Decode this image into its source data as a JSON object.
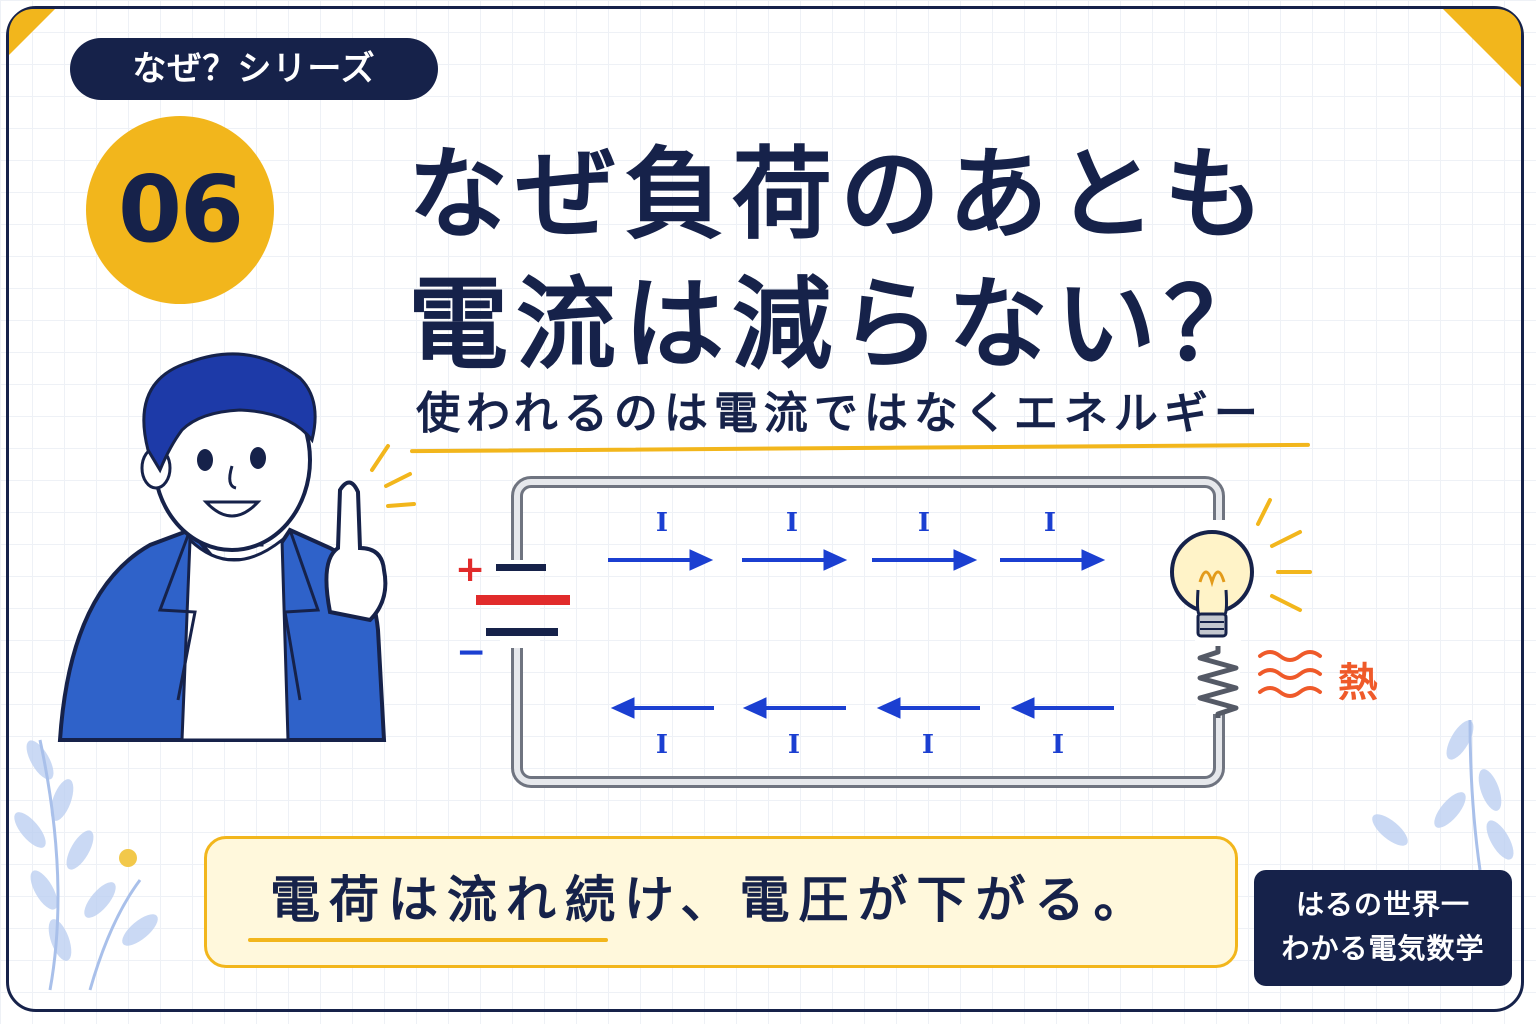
{
  "series_tag": "なぜ？シリーズ",
  "episode_number": "06",
  "title": {
    "line1": "なぜ負荷のあとも",
    "line2": "電流は減らない？"
  },
  "subtitle": "使われるのは電流ではなくエネルギー",
  "circuit": {
    "current_symbol": "I",
    "plus_sign": "+",
    "minus_sign": "−",
    "heat_label": "熱"
  },
  "conclusion": "電荷は流れ続け、電圧が下がる。",
  "brand": {
    "line1": "はるの世界一",
    "line2": "わかる電気数学"
  },
  "colors": {
    "navy": "#16224a",
    "accent_yellow": "#f2b61c",
    "current_blue": "#1b3fd1",
    "battery_red": "#e12b2b",
    "heat_orange": "#ef5a2a",
    "jacket_blue": "#2f62c9"
  },
  "icons": [
    "light-bulb-icon",
    "resistor-icon",
    "heat-wave-icon",
    "battery-icon",
    "presenter-illustration",
    "leaf-decoration"
  ]
}
